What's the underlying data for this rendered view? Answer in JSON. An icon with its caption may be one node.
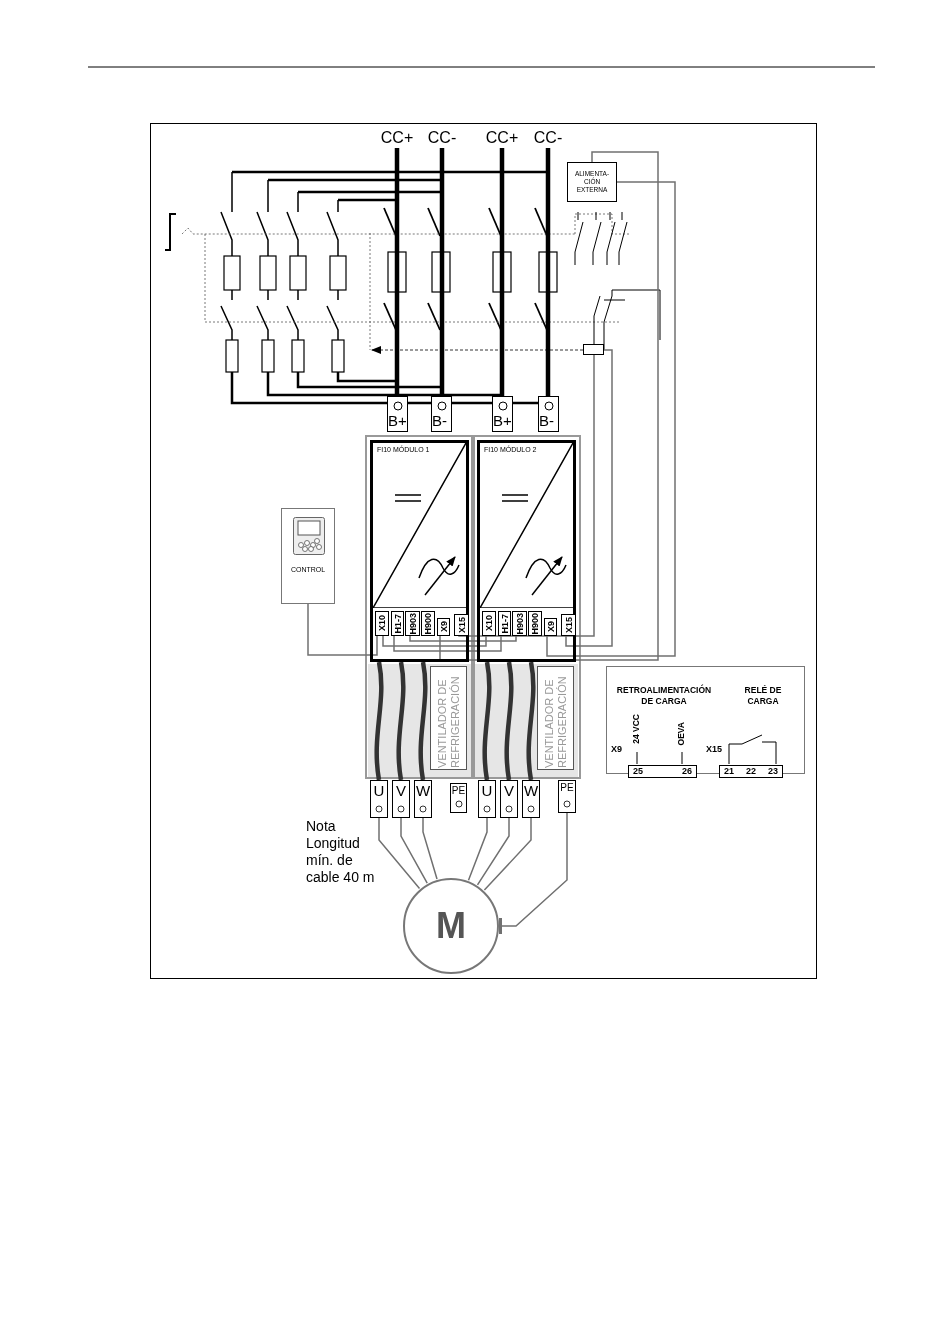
{
  "diagram": {
    "nodes": [
      {
        "text": [
          "CC+"
        ]
      },
      {
        "text": [
          "CC-"
        ]
      },
      {
        "text": [
          "CC+"
        ]
      },
      {
        "text": [
          "CC-"
        ]
      },
      {
        "text": [
          "ALIMENTA- CIÓN EXTERNA"
        ]
      },
      {
        "text": [],
        "shape": "box"
      },
      {
        "text": [
          "B+"
        ]
      },
      {
        "text": [
          "B-"
        ]
      },
      {
        "text": [
          "B+"
        ]
      },
      {
        "text": [
          "B-"
        ]
      },
      {
        "text": [
          "FI10 MÓDULO 1"
        ]
      },
      {
        "text": [
          "X10"
        ],
        "in": 10
      },
      {
        "text": [
          "H1-7"
        ],
        "in": 10
      },
      {
        "text": [
          "H903"
        ],
        "in": 10
      },
      {
        "text": [
          "H900"
        ],
        "in": 10
      },
      {
        "text": [
          "X9"
        ],
        "in": 10
      },
      {
        "text": [
          "X15"
        ],
        "in": 10
      },
      {
        "text": [
          "FI10 MÓDULO 2"
        ]
      },
      {
        "text": [
          "X10"
        ],
        "in": 17
      },
      {
        "text": [
          "H1-7"
        ],
        "in": 17
      },
      {
        "text": [
          "H903"
        ],
        "in": 17
      },
      {
        "text": [
          "H900"
        ],
        "in": 17
      },
      {
        "text": [
          "X9"
        ],
        "in": 17
      },
      {
        "text": [
          "X15"
        ],
        "in": 17
      },
      {
        "text": [
          "CONTROL"
        ]
      },
      {
        "text": [
          "VENTILADOR DE REFRIGERACIÓN"
        ]
      },
      {
        "text": [
          "VENTILADOR DE REFRIGERACIÓN"
        ]
      },
      {
        "text": [
          "U"
        ]
      },
      {
        "text": [
          "V"
        ]
      },
      {
        "text": [
          "W"
        ]
      },
      {
        "text": [
          "PE"
        ]
      },
      {
        "text": [
          "U"
        ]
      },
      {
        "text": [
          "V"
        ]
      },
      {
        "text": [
          "W"
        ]
      },
      {
        "text": [
          "PE"
        ]
      },
      {
        "text": [
          "M"
        ]
      },
      {
        "text": [
          "RETROALIMENTACIÓN DE CARGA",
          "RELÉ DE CARGA"
        ]
      },
      {
        "text": [
          "25",
          "26"
        ],
        "in": 36
      },
      {
        "text": [
          "21",
          "22",
          "23"
        ],
        "in": 36
      }
    ],
    "edges": [
      {
        "from": 0,
        "to": 6,
        "arrow": "none",
        "style": "thick",
        "color": "#000000"
      },
      {
        "from": 1,
        "to": 7,
        "arrow": "none",
        "style": "thick",
        "color": "#000000"
      },
      {
        "from": 2,
        "to": 8,
        "arrow": "none",
        "style": "thick",
        "color": "#000000"
      },
      {
        "from": 3,
        "to": 9,
        "arrow": "none",
        "style": "thick",
        "color": "#000000"
      },
      {
        "from": 24,
        "to": 11,
        "arrow": "none"
      },
      {
        "from": 11,
        "to": 18,
        "arrow": "none"
      },
      {
        "from": 12,
        "to": 19,
        "arrow": "none"
      },
      {
        "from": 13,
        "to": 20,
        "arrow": "none"
      },
      {
        "from": 15,
        "to": 4,
        "arrow": "none"
      },
      {
        "from": 16,
        "to": 5,
        "arrow": "none"
      },
      {
        "from": 22,
        "to": 4,
        "arrow": "none"
      },
      {
        "from": 23,
        "to": 5,
        "arrow": "none"
      },
      {
        "from": 27,
        "to": 35,
        "arrow": "none"
      },
      {
        "from": 28,
        "to": 35,
        "arrow": "none"
      },
      {
        "from": 29,
        "to": 35,
        "arrow": "none"
      },
      {
        "from": 31,
        "to": 35,
        "arrow": "none"
      },
      {
        "from": 32,
        "to": 35,
        "arrow": "none"
      },
      {
        "from": 33,
        "to": 35,
        "arrow": "none"
      },
      {
        "from": 34,
        "to": 35,
        "arrow": "other"
      },
      {
        "from": 10,
        "to": 27,
        "arrow": "none",
        "style": "thick",
        "color": "#333333"
      },
      {
        "from": 10,
        "to": 28,
        "arrow": "none",
        "style": "thick",
        "color": "#333333"
      },
      {
        "from": 10,
        "to": 29,
        "arrow": "none",
        "style": "thick",
        "color": "#333333"
      },
      {
        "from": 17,
        "to": 31,
        "arrow": "none",
        "style": "thick",
        "color": "#333333"
      },
      {
        "from": 17,
        "to": 32,
        "arrow": "none",
        "style": "thick",
        "color": "#333333"
      },
      {
        "from": 17,
        "to": 33,
        "arrow": "none",
        "style": "thick",
        "color": "#333333"
      }
    ],
    "labels": [
      "X9",
      "24 VCC",
      "OEVA",
      "X15",
      "Nota Longitud mín. de cable 40 m"
    ]
  }
}
